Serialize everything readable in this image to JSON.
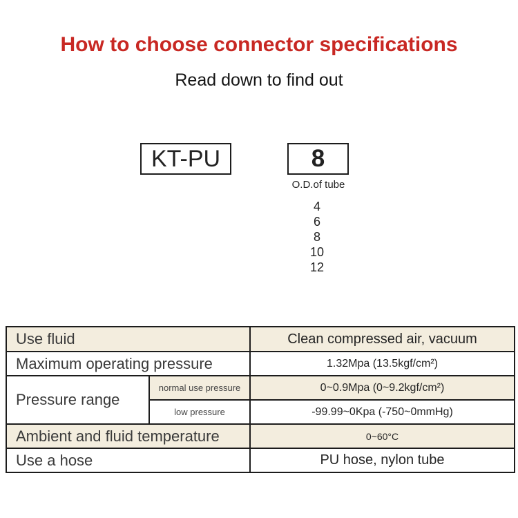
{
  "header": {
    "title": "How to choose connector specifications",
    "subtitle": "Read down to find out"
  },
  "diagram": {
    "model_code": "KT-PU",
    "selected_size": "8",
    "size_label": "O.D.of tube",
    "size_options": [
      "4",
      "6",
      "8",
      "10",
      "12"
    ]
  },
  "spec_table": {
    "rows": [
      {
        "label": "Use fluid",
        "value": "Clean compressed air, vacuum"
      },
      {
        "label": "Maximum operating pressure",
        "value": "1.32Mpa (13.5kgf/cm²)"
      },
      {
        "label": "Pressure range",
        "sub_rows": [
          {
            "label": "normal use pressure",
            "value": "0~0.9Mpa (0~9.2kgf/cm²)"
          },
          {
            "label": "low pressure",
            "value": "-99.99~0Kpa (-750~0mmHg)"
          }
        ]
      },
      {
        "label": "Ambient and fluid temperature",
        "value": "0~60°C"
      },
      {
        "label": "Use a hose",
        "value": "PU hose, nylon tube"
      }
    ]
  },
  "colors": {
    "title_red": "#c82823",
    "row_highlight": "#f3edde",
    "table_border": "#1c1c1c"
  }
}
